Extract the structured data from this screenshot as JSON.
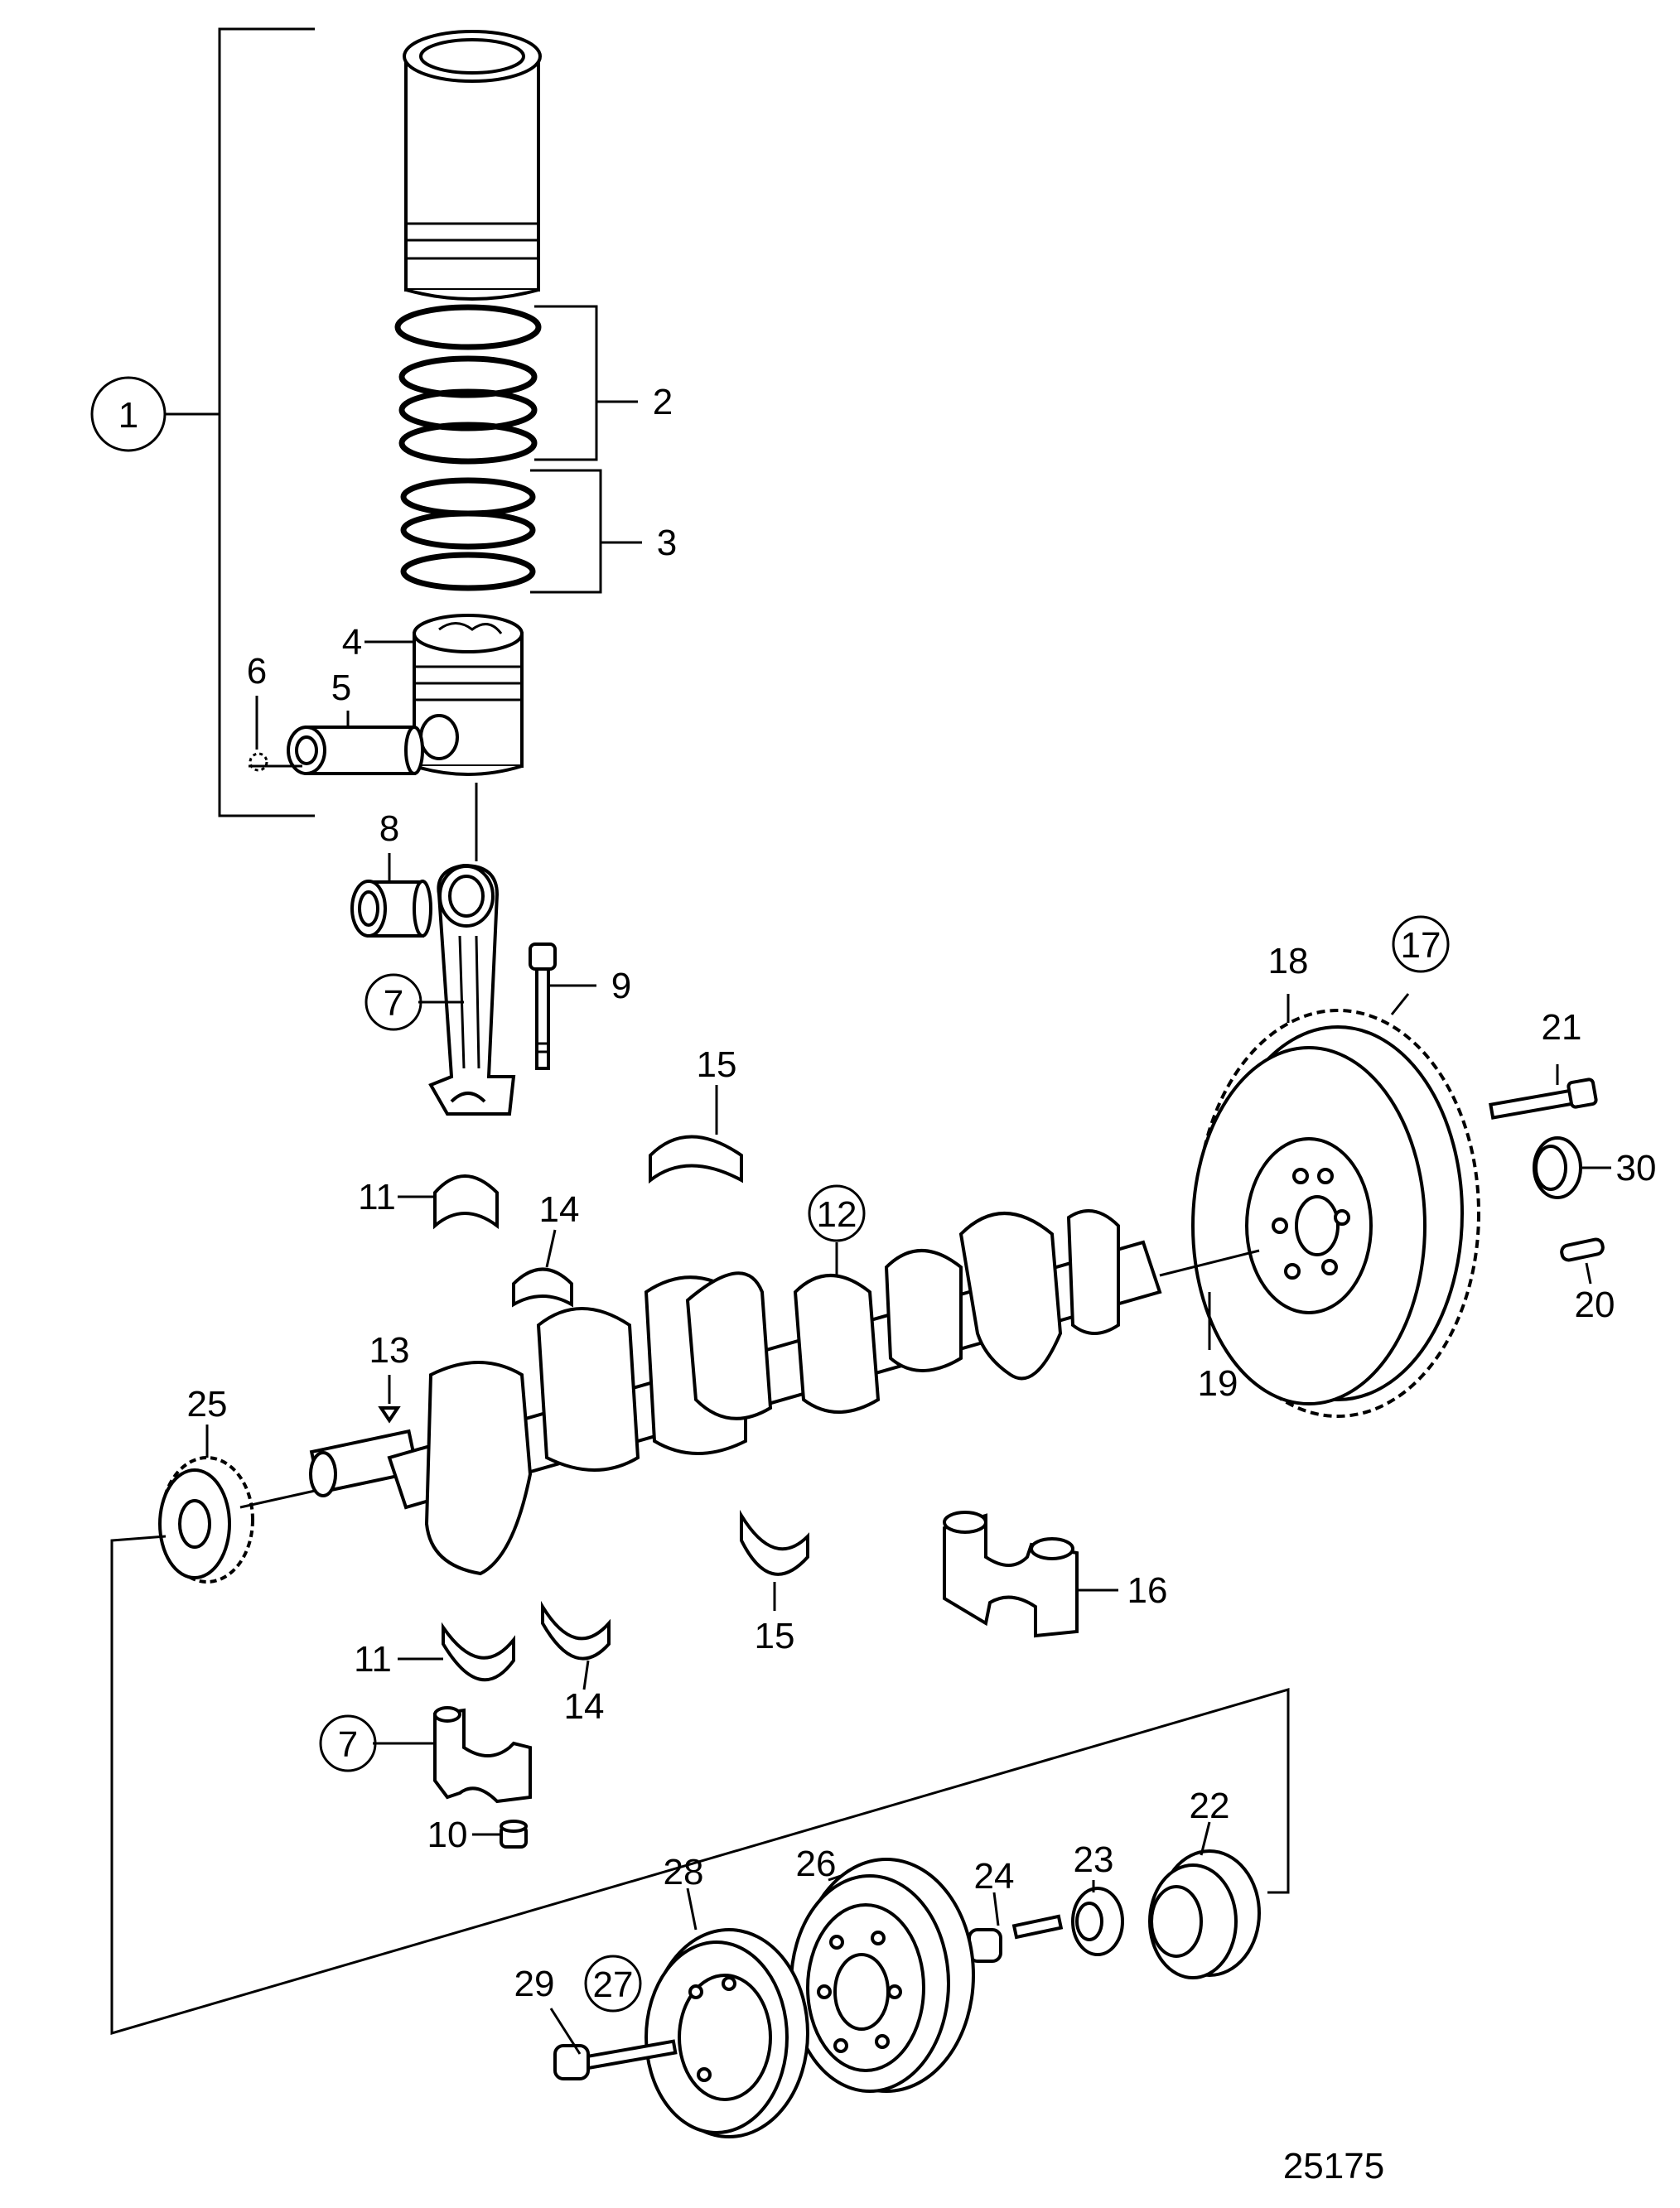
{
  "diagram": {
    "drawing_number": "25175",
    "callouts": [
      {
        "id": "c1",
        "text": "1",
        "circled": true
      },
      {
        "id": "c2",
        "text": "2",
        "circled": false
      },
      {
        "id": "c3",
        "text": "3",
        "circled": false
      },
      {
        "id": "c4",
        "text": "4",
        "circled": false
      },
      {
        "id": "c5",
        "text": "5",
        "circled": false
      },
      {
        "id": "c6",
        "text": "6",
        "circled": false
      },
      {
        "id": "c7a",
        "text": "7",
        "circled": true
      },
      {
        "id": "c7b",
        "text": "7",
        "circled": true
      },
      {
        "id": "c8",
        "text": "8",
        "circled": false
      },
      {
        "id": "c9",
        "text": "9",
        "circled": false
      },
      {
        "id": "c10",
        "text": "10",
        "circled": false
      },
      {
        "id": "c11a",
        "text": "11",
        "circled": false
      },
      {
        "id": "c11b",
        "text": "11",
        "circled": false
      },
      {
        "id": "c12",
        "text": "12",
        "circled": true
      },
      {
        "id": "c13",
        "text": "13",
        "circled": false
      },
      {
        "id": "c14a",
        "text": "14",
        "circled": false
      },
      {
        "id": "c14b",
        "text": "14",
        "circled": false
      },
      {
        "id": "c15a",
        "text": "15",
        "circled": false
      },
      {
        "id": "c15b",
        "text": "15",
        "circled": false
      },
      {
        "id": "c16",
        "text": "16",
        "circled": false
      },
      {
        "id": "c17",
        "text": "17",
        "circled": true
      },
      {
        "id": "c18",
        "text": "18",
        "circled": false
      },
      {
        "id": "c19",
        "text": "19",
        "circled": false
      },
      {
        "id": "c20",
        "text": "20",
        "circled": false
      },
      {
        "id": "c21",
        "text": "21",
        "circled": false
      },
      {
        "id": "c22",
        "text": "22",
        "circled": false
      },
      {
        "id": "c23",
        "text": "23",
        "circled": false
      },
      {
        "id": "c24",
        "text": "24",
        "circled": false
      },
      {
        "id": "c25",
        "text": "25",
        "circled": false
      },
      {
        "id": "c26",
        "text": "26",
        "circled": false
      },
      {
        "id": "c27",
        "text": "27",
        "circled": true
      },
      {
        "id": "c28",
        "text": "28",
        "circled": false
      },
      {
        "id": "c29",
        "text": "29",
        "circled": false
      },
      {
        "id": "c30",
        "text": "30",
        "circled": false
      }
    ]
  }
}
